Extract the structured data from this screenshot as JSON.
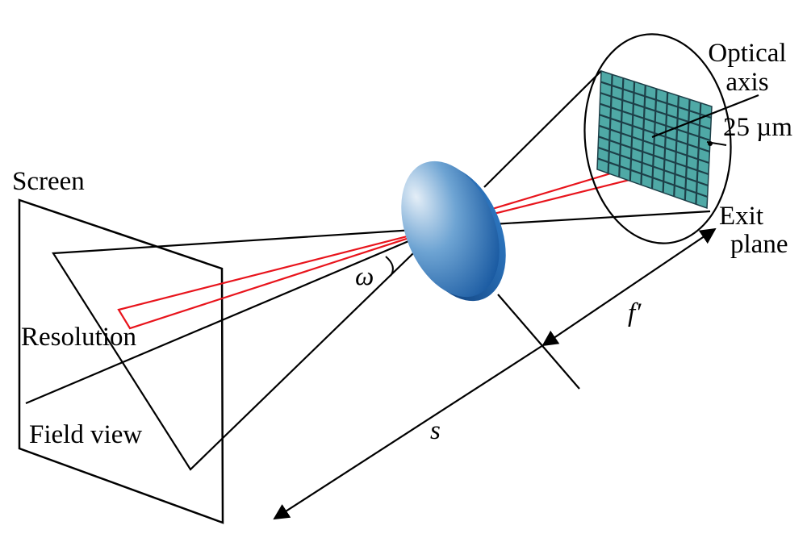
{
  "labels": {
    "screen": "Screen",
    "resolution": "Resolution",
    "field_view": "Field view",
    "omega": "ω",
    "s": "s",
    "f_prime": "f′",
    "optical_axis_line1": "Optical",
    "optical_axis_line2": "axis",
    "pixel_pitch": "25 µm",
    "exit_plane_line1": "Exit",
    "exit_plane_line2": "plane"
  },
  "colors": {
    "line": "#000000",
    "ray": "#e8141c",
    "lens_light": "#d8e8f4",
    "lens_dark": "#1a64ae",
    "grid": "#4fa9a6",
    "grid_line": "#1d3f48"
  }
}
